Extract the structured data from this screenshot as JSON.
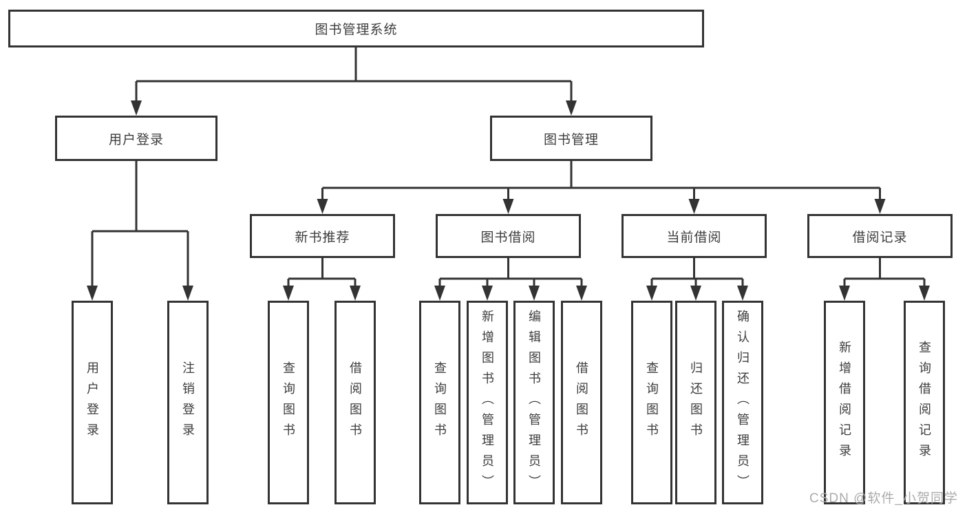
{
  "diagram": {
    "tree": {
      "root": {
        "label": "图书管理系统"
      },
      "children": [
        {
          "label": "用户登录",
          "children": [
            {
              "label": "用户登录"
            },
            {
              "label": "注销登录"
            }
          ]
        },
        {
          "label": "图书管理",
          "children": [
            {
              "label": "新书推荐",
              "children": [
                {
                  "label": "查询图书"
                },
                {
                  "label": "借阅图书"
                }
              ]
            },
            {
              "label": "图书借阅",
              "children": [
                {
                  "label": "查询图书"
                },
                {
                  "label": "新增图书（管理员）"
                },
                {
                  "label": "编辑图书（管理员）"
                },
                {
                  "label": "借阅图书"
                }
              ]
            },
            {
              "label": "当前借阅",
              "children": [
                {
                  "label": "查询图书"
                },
                {
                  "label": "归还图书"
                },
                {
                  "label": "确认归还（管理员）"
                }
              ]
            },
            {
              "label": "借阅记录",
              "children": [
                {
                  "label": "新增借阅记录"
                },
                {
                  "label": "查询借阅记录"
                }
              ]
            }
          ]
        }
      ]
    }
  },
  "watermark": {
    "text": "CSDN @软件_小贺同学"
  },
  "colors": {
    "line": "#333333",
    "box_border": "#333333",
    "text": "#3d3d3d",
    "watermark": "#ababab",
    "background": "#ffffff"
  }
}
